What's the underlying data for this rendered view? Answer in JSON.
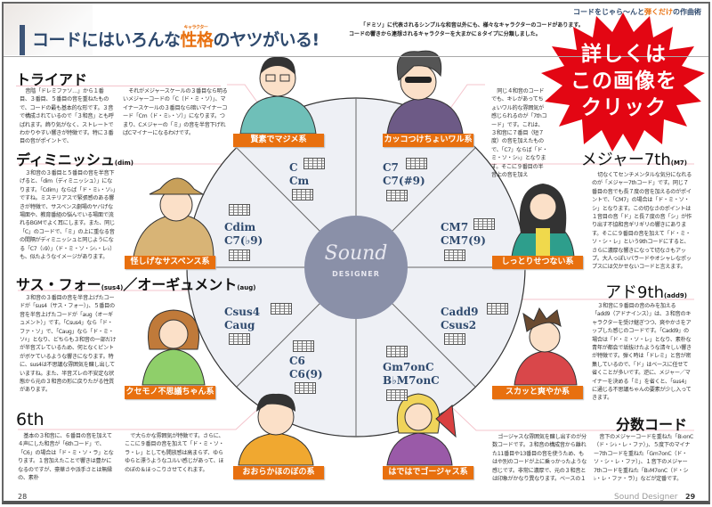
{
  "header": {
    "title_pre": "コードにはいろんな",
    "title_accent": "性格",
    "title_ruby": "キャラクター",
    "title_post": "のヤツがいる!",
    "running_pre": "コードをじゃら〜んと",
    "running_accent": "弾くだけ",
    "running_post": "の作曲術",
    "intro": [
      "「ドミソ」に代表されるシンプルな和音以外にも、様々なキャラクターのコードがあります。",
      "コードの響きから連想されるキャラクターを大まかに８タイプに分類しました。"
    ]
  },
  "promo": {
    "lines": [
      "詳しくは",
      "この画像を",
      "クリック"
    ],
    "color": "#e30613"
  },
  "sections": {
    "triad": {
      "title": "トライアド",
      "col1": "音階「ドレミファソ…」から１番目、３番目、５番目の音を重ねたもので、コードの最も基本的な形です。３音で構成されているので「３和音」とも呼ばれます。飾り気がなく、ストレートでわかりやすい響きが特徴です。特に３番目の音がポイントで、",
      "col2": "それがメジャースケールの３番目なら明るいメジャーコードの「C（ド・ミ・ソ）」、マイナースケールの３番目なら暗いマイナーコード「Cm（ド・ミ♭・ソ）」になります。つまり、Cメジャーの「ミ」の音を半音下げればCマイナーになるわけです。"
    },
    "dim": {
      "title": "ディミニッシュ",
      "sub": "(dim)",
      "body": "３和音の３番目と５番目の音を半音下げると、「dim（ディミニッシュ）」になります。「Cdim」ならば「ド・ミ♭・ソ♭」ですね。ミステリアスで緊張感のある響きが特徴で、サスペンス劇場のヤバげな場面や、教育番組の悩んでいる場面で流れるBGMでよく耳にします。また、同じ「C」のコードで、「ミ」の上に重なる音の間隔がディミニッシュと同じようになる「C7（♭9）」（ド・ミ・ソ・シ♭・レ♭）も、似たようなイメージがあります。"
    },
    "sus": {
      "title": "サス・フォー",
      "sub1": "(sus4)",
      "slash": "／",
      "title2": "オーギュメント",
      "sub2": "(aug)",
      "body": "３和音の３番目の音を半音上げたコードが「sus4（サス・フォー）」、５番目の音を半音上げたコードが「aug（オーギュメント）」です。「Csus4」なら「ド・ファ・ソ」で、「Caug」なら「ド・ミ・ソ♯」となり、どちらも３和音の一部だけが半音ズレているため、何となくピントがボケているような響きになります。特に、sus4は不思議な雰囲気を醸し出していますね。また、半音ズレの不安定な状態から元の３和音の形に戻りたがる性質があります。"
    },
    "sixth": {
      "title": "6th",
      "col1": "基本の３和音に、６番目の音を加えて４声にした和音が「6thコード」で、「C6」の場合は「ド・ミ・ソ・ラ」となります。１音加えたことで響きは豊かになるのですが、豪華さや派手さとは無縁の、素朴",
      "col2": "で大らかな雰囲気が特徴です。さらに、ここに９番目の音を加えて「ド・ミ・ソ・ラ・レ」としても開放感は高まらず、ゆらゆらと漂うようなユルい感じがあって、ほのぼの＆ほっこりさせてくれます。"
    },
    "seventh": {
      "body": "同じ４和音のコードでも、キレがあってちょいワル的な雰囲気が感じられるのが「7thコード」です。これは、３和音に７番目（短７度）の音を加えたもので、「C7」ならば「ド・ミ・ソ・シ♭」となります。そこに９番目の半音上の音を加え"
    },
    "maj7": {
      "title": "メジャー7th",
      "sub": "(M7)",
      "body": "切なくてセンチメンタルな気分になれるのが「メジャー7thコード」です。同じ７番目の音でも長７度の音を加えるのがポイントで、「CM7」の場合は「ド・ミ・ソ・シ」となります。この切なさのポイントは１音目の音「ド」と長７度の音「シ」が作り出す不協和音ギリギリの響きにあります。そこに９番目の音を加えて「ド・ミ・ソ・シ・レ」という9thコードにすると、さらに濃厚な響きになって切なさもアップ。大人っぽいバラードやオシャレなポップスには欠かせないコードと言えます。"
    },
    "add9": {
      "title": "アド9th",
      "sub": "(add9)",
      "body": "３和音に９番目の音のみを加える「add9（アドナインス）」は、３和音のキャラクターを受け継ぎつつ、爽やかさをアップした感じのコードです。「Cadd9」の場合は「ド・ミ・ソ・レ」となり、素朴な青年が都会で垢抜けたような清々しい響きが特徴です。弾く時は「ドレミ」と音が密集しているので、「ド」はベースに任せて省くことが多いです。逆に、メジャー／マイナーを決める「ミ」を省くと、「sus4」に通じる不思議ちゃんの要素が少し入ってきます。"
    },
    "slash": {
      "title": "分数コード",
      "col1": "ゴージャスな雰囲気を醸し出すのが分数コードです。３和音の構成音から離れた11番目や13番目の音を使うため、もはや別のコードが上に乗っかったような感じです。非常に濃厚で、元の３和音とは印象がかなり異なります。ベースの１",
      "col2": "音下のメジャーコードを重ねた「B♭onC（ド・シ♭・レ・ファ）」、５度下のマイナー7thコードを重ねた「Gm7onC（ド・ソ・シ・レ・ファ）」、１音下のメジャー7thコードを重ねた「B♭M7onC（ド・シ♭・レ・ファ・ラ）」などが定番です。"
    }
  },
  "characters": [
    {
      "label": "賢素でマジメ系",
      "chords": [
        "C",
        "Cm"
      ]
    },
    {
      "label": "カッコつけちょいワル系",
      "chords": [
        "C7",
        "C7(#9)"
      ]
    },
    {
      "label": "怪しげなサスペンス系",
      "chords": [
        "Cdim",
        "C7(♭9)"
      ]
    },
    {
      "label": "しっとりせつない系",
      "chords": [
        "CM7",
        "CM7(9)"
      ]
    },
    {
      "label": "クセモノ不思議ちゃん系",
      "chords": [
        "Csus4",
        "Caug"
      ]
    },
    {
      "label": "スカッと爽やか系",
      "chords": [
        "Cadd9",
        "Csus2"
      ]
    },
    {
      "label": "おおらかほのぼの系",
      "chords": [
        "C6",
        "C6(9)"
      ]
    },
    {
      "label": "はではでゴージャス系",
      "chords": [
        "Gm7onC",
        "B♭M7onC"
      ]
    }
  ],
  "logo": {
    "word": "Sound",
    "sub": "DESIGNER"
  },
  "footer": {
    "left_page": "28",
    "brand": "Sound Designer",
    "right_page": "29"
  },
  "colors": {
    "accent": "#e8700f",
    "navy": "#2f4a6e",
    "logo_circle": "#8a90a8",
    "wheel_bg": "#eef0f5"
  }
}
